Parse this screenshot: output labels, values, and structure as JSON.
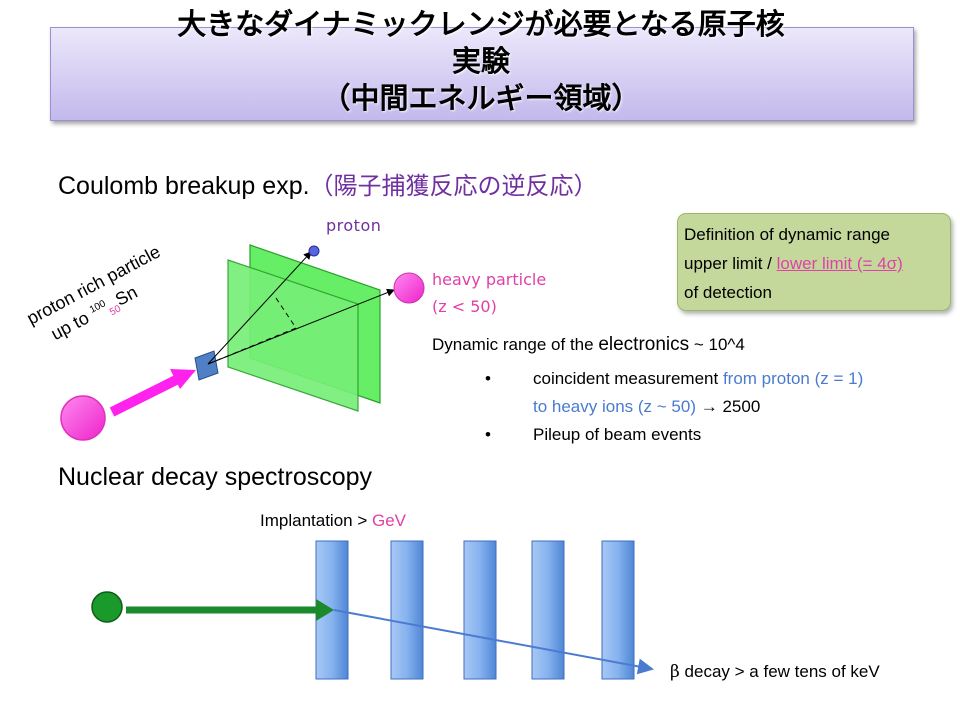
{
  "title": {
    "line1": "大きなダイナミックレンジが必要となる原子核",
    "line2": "実験",
    "line3": "（中間エネルギー領域）"
  },
  "section1": {
    "heading_en": "Coulomb breakup exp.",
    "heading_jp": "（陽子捕獲反応の逆反応）"
  },
  "diagram1": {
    "proton_label": "proton",
    "heavy_label_line1": "heavy particle",
    "heavy_label_line2": "(z < 50)",
    "beam_label_line1": "proton rich particle",
    "beam_label_up_to": "up to",
    "beam_label_mass": "100",
    "beam_label_z": "50",
    "beam_label_element": "Sn"
  },
  "definition": {
    "line1": "Definition of dynamic range",
    "line2_prefix": "upper limit / ",
    "line2_link": "lower limit (= 4σ)",
    "line3": "of detection"
  },
  "dynamic_range": {
    "prefix": "Dynamic range of the ",
    "word": "electronics",
    "suffix": " ~ 10^4",
    "bullet1_black": "coincident measurement ",
    "bullet1_blue": "from proton (z = 1)",
    "bullet1b_blue": "to heavy ions (z ~ 50)",
    "bullet1b_arrow": "→",
    "bullet1b_value": " 2500",
    "bullet2": "Pileup of beam events",
    "bullet_glyph": "•"
  },
  "section2": {
    "heading": "Nuclear decay spectroscopy"
  },
  "diagram2": {
    "implantation_prefix": "Implantation > ",
    "implantation_unit": "GeV",
    "beta_symbol": "β",
    "beta_text": " decay > a few tens of keV"
  },
  "colors": {
    "green_plane": "#66ee66",
    "magenta": "#ff33dd",
    "detector_blue": "#5b8fd9",
    "beam_green": "#1a8a2a",
    "title_purple": "#c3b9ec",
    "definition_green": "#c4d89c"
  }
}
